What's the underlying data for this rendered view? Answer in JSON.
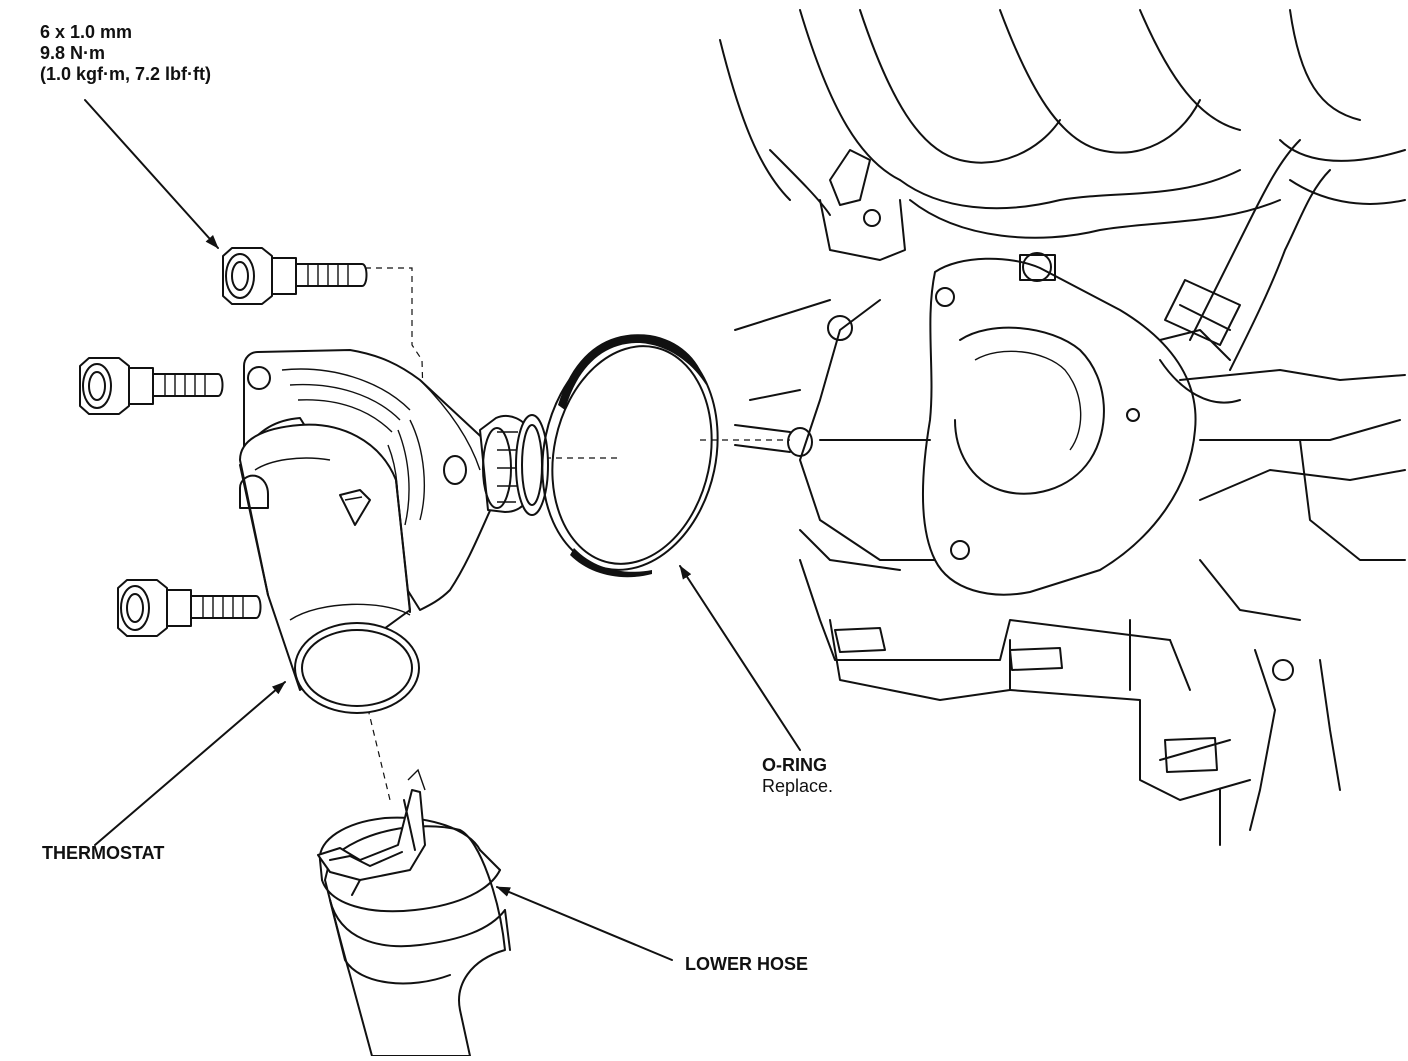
{
  "labels": {
    "bolt_spec": {
      "line1": "6 x 1.0 mm",
      "line2": "9.8 N·m",
      "line3": "(1.0 kgf·m, 7.2 lbf·ft)"
    },
    "thermostat": "THERMOSTAT",
    "oring": {
      "title": "O-RING",
      "note": "Replace."
    },
    "lower_hose": "LOWER HOSE"
  },
  "colors": {
    "ink": "#111111",
    "background": "#ffffff"
  }
}
